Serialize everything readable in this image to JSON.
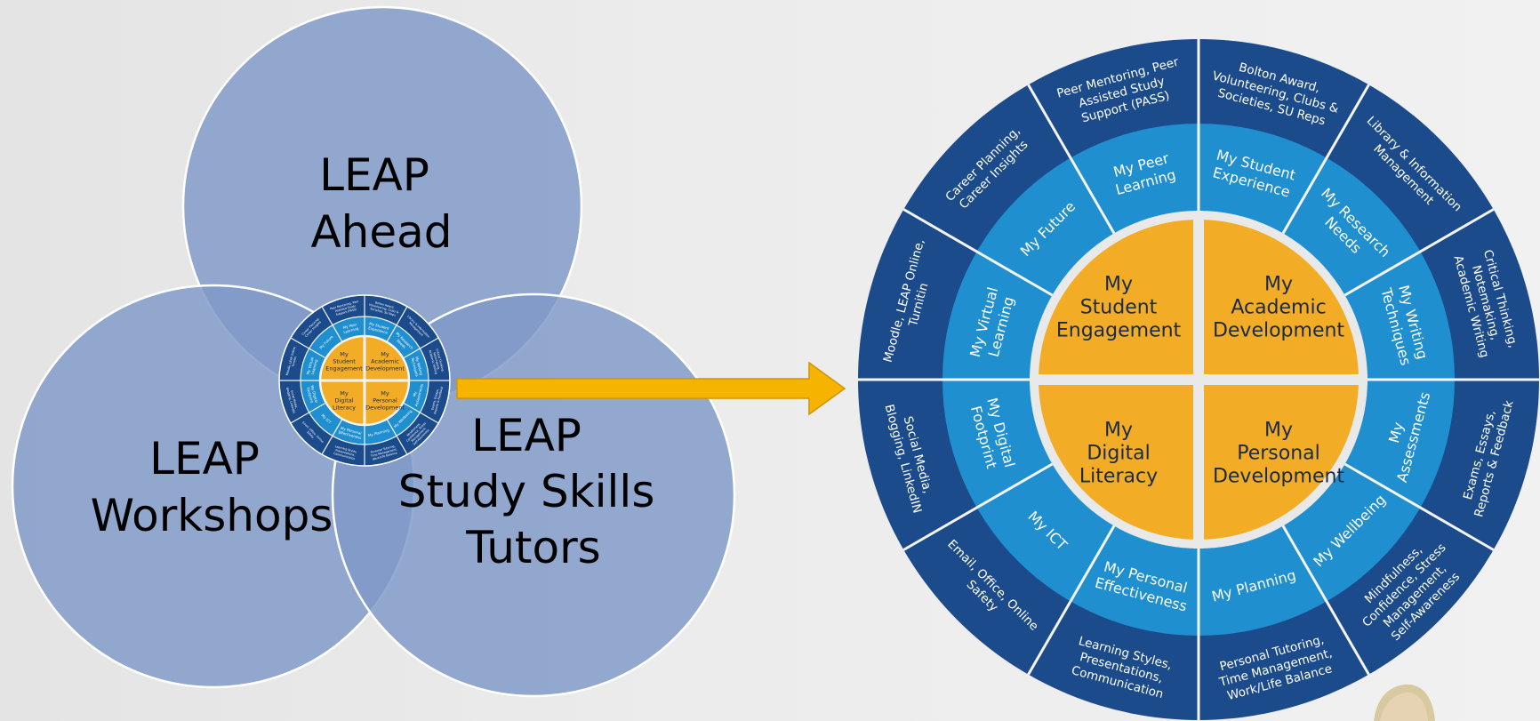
{
  "venn": {
    "circles": [
      {
        "id": "ahead",
        "lines": [
          "LEAP",
          "Ahead"
        ]
      },
      {
        "id": "workshops",
        "lines": [
          "LEAP",
          "Workshops"
        ]
      },
      {
        "id": "tutors",
        "lines": [
          "LEAP",
          "Study Skills",
          "Tutors"
        ]
      }
    ]
  },
  "wheel": {
    "core": [
      [
        "My",
        "Student",
        "Engagement"
      ],
      [
        "My",
        "Academic",
        "Development"
      ],
      [
        "My",
        "Personal",
        "Development"
      ],
      [
        "My",
        "Digital",
        "Literacy"
      ]
    ],
    "middle": [
      [
        "My Student",
        "Experience"
      ],
      [
        "My Research",
        "Needs"
      ],
      [
        "My Writing",
        "Techniques"
      ],
      [
        "My",
        "Assessments"
      ],
      [
        "My Wellbeing"
      ],
      [
        "My Planning"
      ],
      [
        "My Personal",
        "Effectiveness"
      ],
      [
        "My ICT"
      ],
      [
        "My Digital",
        "Footprint"
      ],
      [
        "My Virtual",
        "Learning"
      ],
      [
        "My Future"
      ],
      [
        "My Peer",
        "Learning"
      ]
    ],
    "outer": [
      [
        "Bolton Award,",
        "Volunteering, Clubs &",
        "Societies, SU Reps"
      ],
      [
        "Library & Information",
        "Management"
      ],
      [
        "Critical Thinking,",
        "Notemaking,",
        "Academic Writing"
      ],
      [
        "Exams, Essays,",
        "Reports & Feedback"
      ],
      [
        "Mindfulness,",
        "Confidence, Stress",
        "Management,",
        "Self-Awareness"
      ],
      [
        "Personal Tutoring,",
        "Time Management,",
        "Work/Life Balance"
      ],
      [
        "Learning Styles,",
        "Presentations,",
        "Communication"
      ],
      [
        "Email, Office, Online",
        "Safety"
      ],
      [
        "Social Media,",
        "Blogging, LinkedIN"
      ],
      [
        "Moodle, LEAP Online,",
        "Turnitin"
      ],
      [
        "Career Planning,",
        "Career Insights"
      ],
      [
        "Peer Mentoring, Peer",
        "Assisted Study",
        "Support (PASS)"
      ]
    ]
  },
  "colors": {
    "venn_fill": "#7f98c8",
    "outer_ring": "#1c4b8c",
    "middle_ring": "#1f8fd0",
    "core": "#f2ac26",
    "arrow": "#f6b400",
    "divider": "#f4f4f4"
  }
}
